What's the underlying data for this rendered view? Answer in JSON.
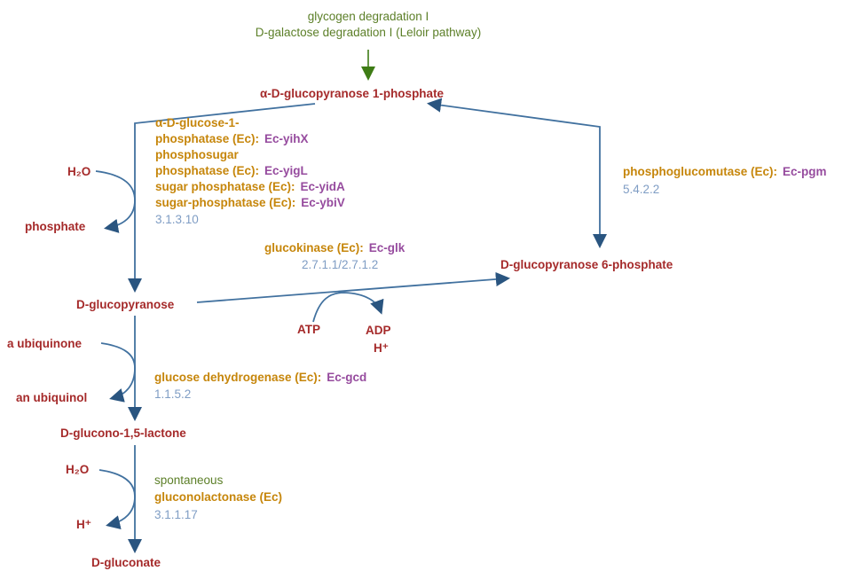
{
  "colors": {
    "metabolite": "#A52A2A",
    "enzyme": "#C6860B",
    "gene": "#964B9E",
    "ec": "#7F9DC4",
    "pathway_green": "#5C7F28",
    "line": "#41719F",
    "arrowhead": "#2A5580",
    "green_arrow": "#3E7C15",
    "background": "#FFFFFF"
  },
  "header": {
    "pathway_link_1": "glycogen degradation I",
    "pathway_link_2": "D-galactose degradation I (Leloir pathway)"
  },
  "metabolites": {
    "g1p": "α-D-glucopyranose 1-phosphate",
    "h2o_top": "H₂O",
    "phosphate": "phosphate",
    "d_glucopyranose": "D-glucopyranose",
    "g6p": "D-glucopyranose 6-phosphate",
    "atp": "ATP",
    "adp": "ADP",
    "h_plus_mid": "H⁺",
    "ubiquinone": "a ubiquinone",
    "ubiquinol": "an ubiquinol",
    "lactone": "D-glucono-1,5-lactone",
    "h2o_bottom": "H₂O",
    "h_plus_bottom": "H⁺",
    "gluconate": "D-gluconate"
  },
  "enzymes": {
    "phosphatase_block": {
      "line1": "α-D-glucose-1-",
      "line2_enzyme": "phosphatase (Ec):",
      "line2_gene": "Ec-yihX",
      "line3": "phosphosugar",
      "line4_enzyme": "phosphatase (Ec):",
      "line4_gene": "Ec-yigL",
      "line5_enzyme": "sugar phosphatase (Ec):",
      "line5_gene": "Ec-yidA",
      "line6_enzyme": "sugar-phosphatase (Ec):",
      "line6_gene": "Ec-ybiV",
      "ec_number": "3.1.3.10"
    },
    "glucokinase": {
      "enzyme": "glucokinase (Ec):",
      "gene": "Ec-glk",
      "ec_number": "2.7.1.1/2.7.1.2"
    },
    "phosphoglucomutase": {
      "enzyme": "phosphoglucomutase (Ec):",
      "gene": "Ec-pgm",
      "ec_number": "5.4.2.2"
    },
    "glucose_dehydrogenase": {
      "enzyme": "glucose dehydrogenase (Ec):",
      "gene": "Ec-gcd",
      "ec_number": "1.1.5.2"
    },
    "gluconolactonase": {
      "spontaneous": "spontaneous",
      "enzyme": "gluconolactonase (Ec)",
      "ec_number": "3.1.1.17"
    }
  }
}
